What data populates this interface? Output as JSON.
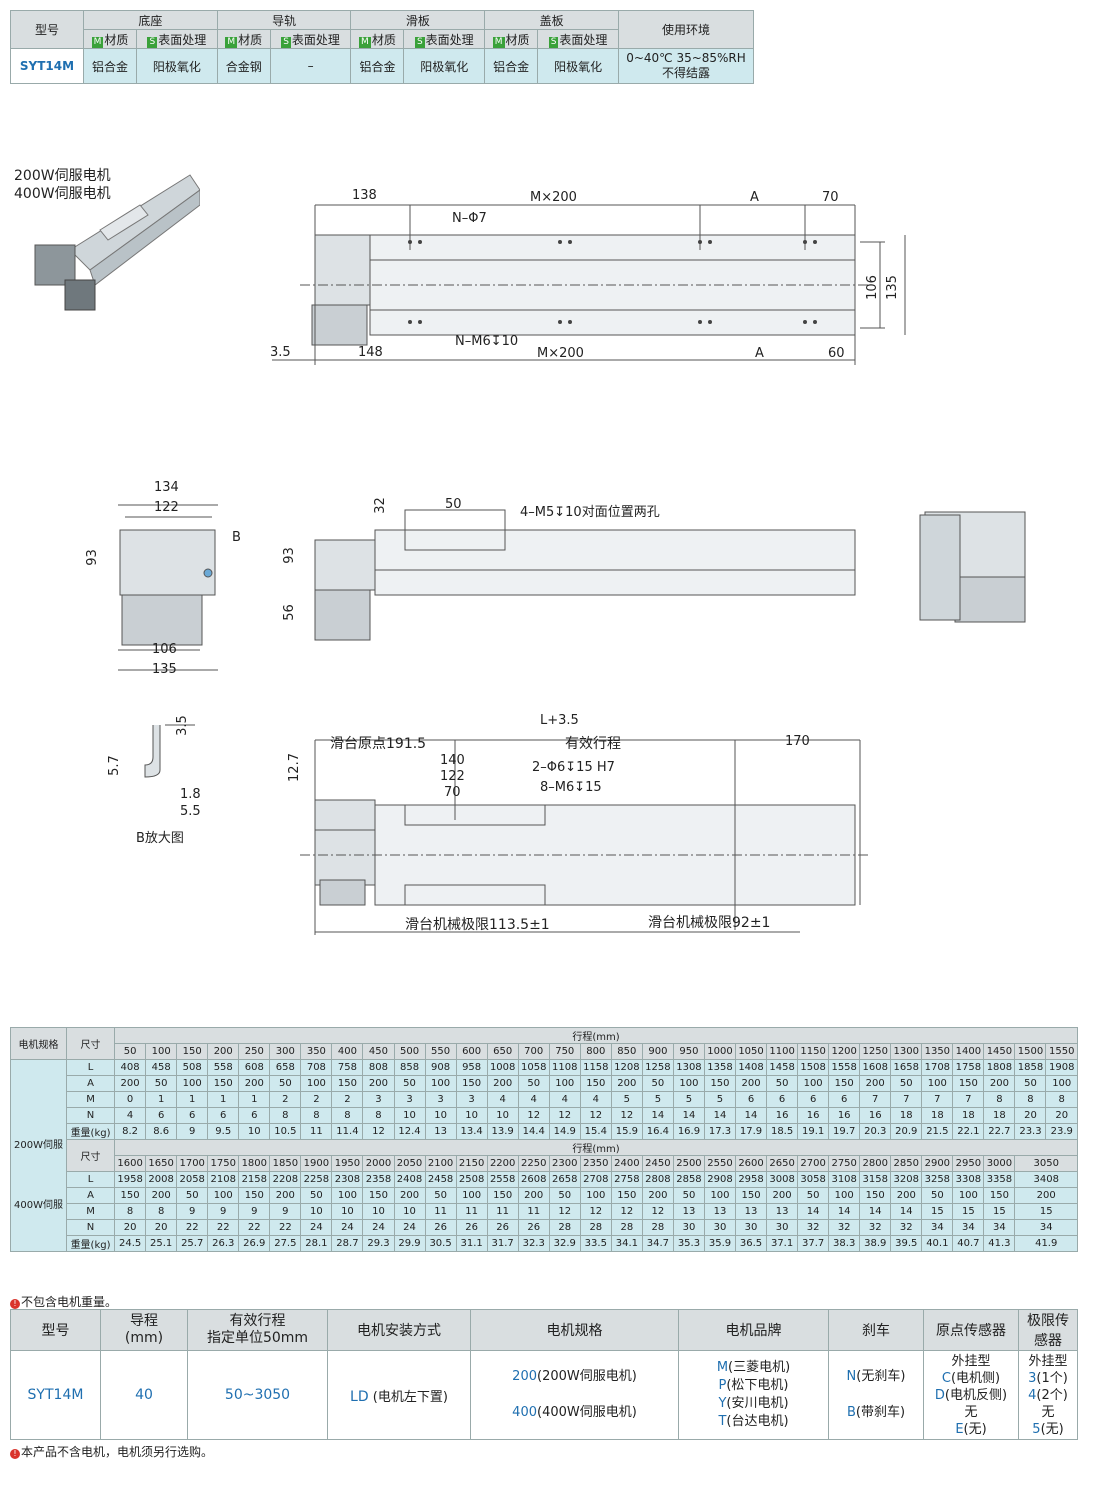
{
  "spec": {
    "col_model": "型号",
    "groups": [
      "底座",
      "导轨",
      "滑板",
      "盖板"
    ],
    "col_env": "使用环境",
    "sub_material": "材质",
    "sub_surface": "表面处理",
    "badge_m": "M",
    "badge_s": "S",
    "model": "SYT14M",
    "values": [
      "铝合金",
      "阳极氧化",
      "合金钢",
      "–",
      "铝合金",
      "阳极氧化",
      "铝合金",
      "阳极氧化"
    ],
    "env_line1": "0~40℃ 35~85%RH",
    "env_line2": "不得结露"
  },
  "drawing": {
    "motor_label_1": "200W伺服电机",
    "motor_label_2": "400W伺服电机",
    "top_dims": [
      "138",
      "M×200",
      "A",
      "70",
      "N–Φ7",
      "N–M6↧10",
      "3.5",
      "148",
      "M×200",
      "A",
      "60",
      "106",
      "135"
    ],
    "side_dims": [
      "134",
      "122",
      "B",
      "93",
      "106",
      "135",
      "32",
      "50",
      "4–M5↧10对面位置两孔",
      "93",
      "56"
    ],
    "detail_dims": [
      "3.5",
      "5.7",
      "1.8",
      "5.5",
      "B放大图"
    ],
    "bottom_dims": [
      "L+3.5",
      "12.7",
      "滑台原点191.5",
      "有效行程",
      "170",
      "140",
      "122",
      "70",
      "2–Φ6↧15 H7",
      "8–M6↧15",
      "滑台机械极限113.5±1",
      "滑台机械极限92±1"
    ]
  },
  "stroke": {
    "col_motor": "电机规格",
    "col_size": "尺寸",
    "stroke_title": "行程(mm)",
    "motor_200": "200W伺服",
    "motor_400": "400W伺服",
    "row_labels": [
      "L",
      "A",
      "M",
      "N",
      "重量(kg)"
    ],
    "part1": {
      "strokes": [
        "50",
        "100",
        "150",
        "200",
        "250",
        "300",
        "350",
        "400",
        "450",
        "500",
        "550",
        "600",
        "650",
        "700",
        "750",
        "800",
        "850",
        "900",
        "950",
        "1000",
        "1050",
        "1100",
        "1150",
        "1200",
        "1250",
        "1300",
        "1350",
        "1400",
        "1450",
        "1500",
        "1550"
      ],
      "L": [
        "408",
        "458",
        "508",
        "558",
        "608",
        "658",
        "708",
        "758",
        "808",
        "858",
        "908",
        "958",
        "1008",
        "1058",
        "1108",
        "1158",
        "1208",
        "1258",
        "1308",
        "1358",
        "1408",
        "1458",
        "1508",
        "1558",
        "1608",
        "1658",
        "1708",
        "1758",
        "1808",
        "1858",
        "1908"
      ],
      "A": [
        "200",
        "50",
        "100",
        "150",
        "200",
        "50",
        "100",
        "150",
        "200",
        "50",
        "100",
        "150",
        "200",
        "50",
        "100",
        "150",
        "200",
        "50",
        "100",
        "150",
        "200",
        "50",
        "100",
        "150",
        "200",
        "50",
        "100",
        "150",
        "200",
        "50",
        "100"
      ],
      "M": [
        "0",
        "1",
        "1",
        "1",
        "1",
        "2",
        "2",
        "2",
        "3",
        "3",
        "3",
        "3",
        "4",
        "4",
        "4",
        "4",
        "5",
        "5",
        "5",
        "5",
        "6",
        "6",
        "6",
        "6",
        "7",
        "7",
        "7",
        "7",
        "8",
        "8",
        "8"
      ],
      "N": [
        "4",
        "6",
        "6",
        "6",
        "6",
        "8",
        "8",
        "8",
        "8",
        "10",
        "10",
        "10",
        "10",
        "12",
        "12",
        "12",
        "12",
        "14",
        "14",
        "14",
        "14",
        "16",
        "16",
        "16",
        "16",
        "18",
        "18",
        "18",
        "18",
        "20",
        "20"
      ],
      "W": [
        "8.2",
        "8.6",
        "9",
        "9.5",
        "10",
        "10.5",
        "11",
        "11.4",
        "12",
        "12.4",
        "13",
        "13.4",
        "13.9",
        "14.4",
        "14.9",
        "15.4",
        "15.9",
        "16.4",
        "16.9",
        "17.3",
        "17.9",
        "18.5",
        "19.1",
        "19.7",
        "20.3",
        "20.9",
        "21.5",
        "22.1",
        "22.7",
        "23.3",
        "23.9"
      ]
    },
    "part2": {
      "strokes": [
        "1600",
        "1650",
        "1700",
        "1750",
        "1800",
        "1850",
        "1900",
        "1950",
        "2000",
        "2050",
        "2100",
        "2150",
        "2200",
        "2250",
        "2300",
        "2350",
        "2400",
        "2450",
        "2500",
        "2550",
        "2600",
        "2650",
        "2700",
        "2750",
        "2800",
        "2850",
        "2900",
        "2950",
        "3000",
        "3050"
      ],
      "L": [
        "1958",
        "2008",
        "2058",
        "2108",
        "2158",
        "2208",
        "2258",
        "2308",
        "2358",
        "2408",
        "2458",
        "2508",
        "2558",
        "2608",
        "2658",
        "2708",
        "2758",
        "2808",
        "2858",
        "2908",
        "2958",
        "3008",
        "3058",
        "3108",
        "3158",
        "3208",
        "3258",
        "3308",
        "3358",
        "3408"
      ],
      "A": [
        "150",
        "200",
        "50",
        "100",
        "150",
        "200",
        "50",
        "100",
        "150",
        "200",
        "50",
        "100",
        "150",
        "200",
        "50",
        "100",
        "150",
        "200",
        "50",
        "100",
        "150",
        "200",
        "50",
        "100",
        "150",
        "200",
        "50",
        "100",
        "150",
        "200"
      ],
      "M": [
        "8",
        "8",
        "9",
        "9",
        "9",
        "9",
        "10",
        "10",
        "10",
        "10",
        "11",
        "11",
        "11",
        "11",
        "12",
        "12",
        "12",
        "12",
        "13",
        "13",
        "13",
        "13",
        "14",
        "14",
        "14",
        "14",
        "15",
        "15",
        "15",
        "15"
      ],
      "N": [
        "20",
        "20",
        "22",
        "22",
        "22",
        "22",
        "24",
        "24",
        "24",
        "24",
        "26",
        "26",
        "26",
        "26",
        "28",
        "28",
        "28",
        "28",
        "30",
        "30",
        "30",
        "30",
        "32",
        "32",
        "32",
        "32",
        "34",
        "34",
        "34",
        "34"
      ],
      "W": [
        "24.5",
        "25.1",
        "25.7",
        "26.3",
        "26.9",
        "27.5",
        "28.1",
        "28.7",
        "29.3",
        "29.9",
        "30.5",
        "31.1",
        "31.7",
        "32.3",
        "32.9",
        "33.5",
        "34.1",
        "34.7",
        "35.3",
        "35.9",
        "36.5",
        "37.1",
        "37.7",
        "38.3",
        "38.9",
        "39.5",
        "40.1",
        "40.7",
        "41.3",
        "41.9"
      ]
    },
    "note": "不包含电机重量。"
  },
  "order": {
    "headers": [
      "型号",
      "导程",
      "(mm)",
      "有效行程",
      "指定单位50mm",
      "电机安装方式",
      "电机规格",
      "电机品牌",
      "刹车",
      "原点传感器",
      "极限传感器"
    ],
    "model": "SYT14M",
    "lead": "40",
    "stroke_range": "50~3050",
    "mount_code": "LD",
    "mount_desc": "(电机左下置)",
    "spec_200_code": "200",
    "spec_200_desc": "(200W伺服电机)",
    "spec_400_code": "400",
    "spec_400_desc": "(400W伺服电机)",
    "brands": [
      {
        "code": "M",
        "name": "(三菱电机)"
      },
      {
        "code": "P",
        "name": "(松下电机)"
      },
      {
        "code": "Y",
        "name": "(安川电机)"
      },
      {
        "code": "T",
        "name": "(台达电机)"
      }
    ],
    "brake_n_code": "N",
    "brake_n": "(无刹车)",
    "brake_b_code": "B",
    "brake_b": "(带刹车)",
    "origin_title": "外挂型",
    "origin": [
      {
        "code": "C",
        "desc": "(电机侧)"
      },
      {
        "code": "D",
        "desc": "(电机反侧)"
      }
    ],
    "origin_none": "无",
    "origin_e_code": "E",
    "origin_e": "(无)",
    "limit_title": "外挂型",
    "limit": [
      {
        "code": "3",
        "desc": "(1个)"
      },
      {
        "code": "4",
        "desc": "(2个)"
      }
    ],
    "limit_none": "无",
    "limit_5_code": "5",
    "limit_5": "(无)",
    "note": "本产品不含电机，电机须另行选购。"
  },
  "colors": {
    "header_bg": "#d9dee0",
    "value_bg": "#cfe9ee",
    "accent_blue": "#1f6fb0",
    "badge_green": "#3aa13a"
  }
}
